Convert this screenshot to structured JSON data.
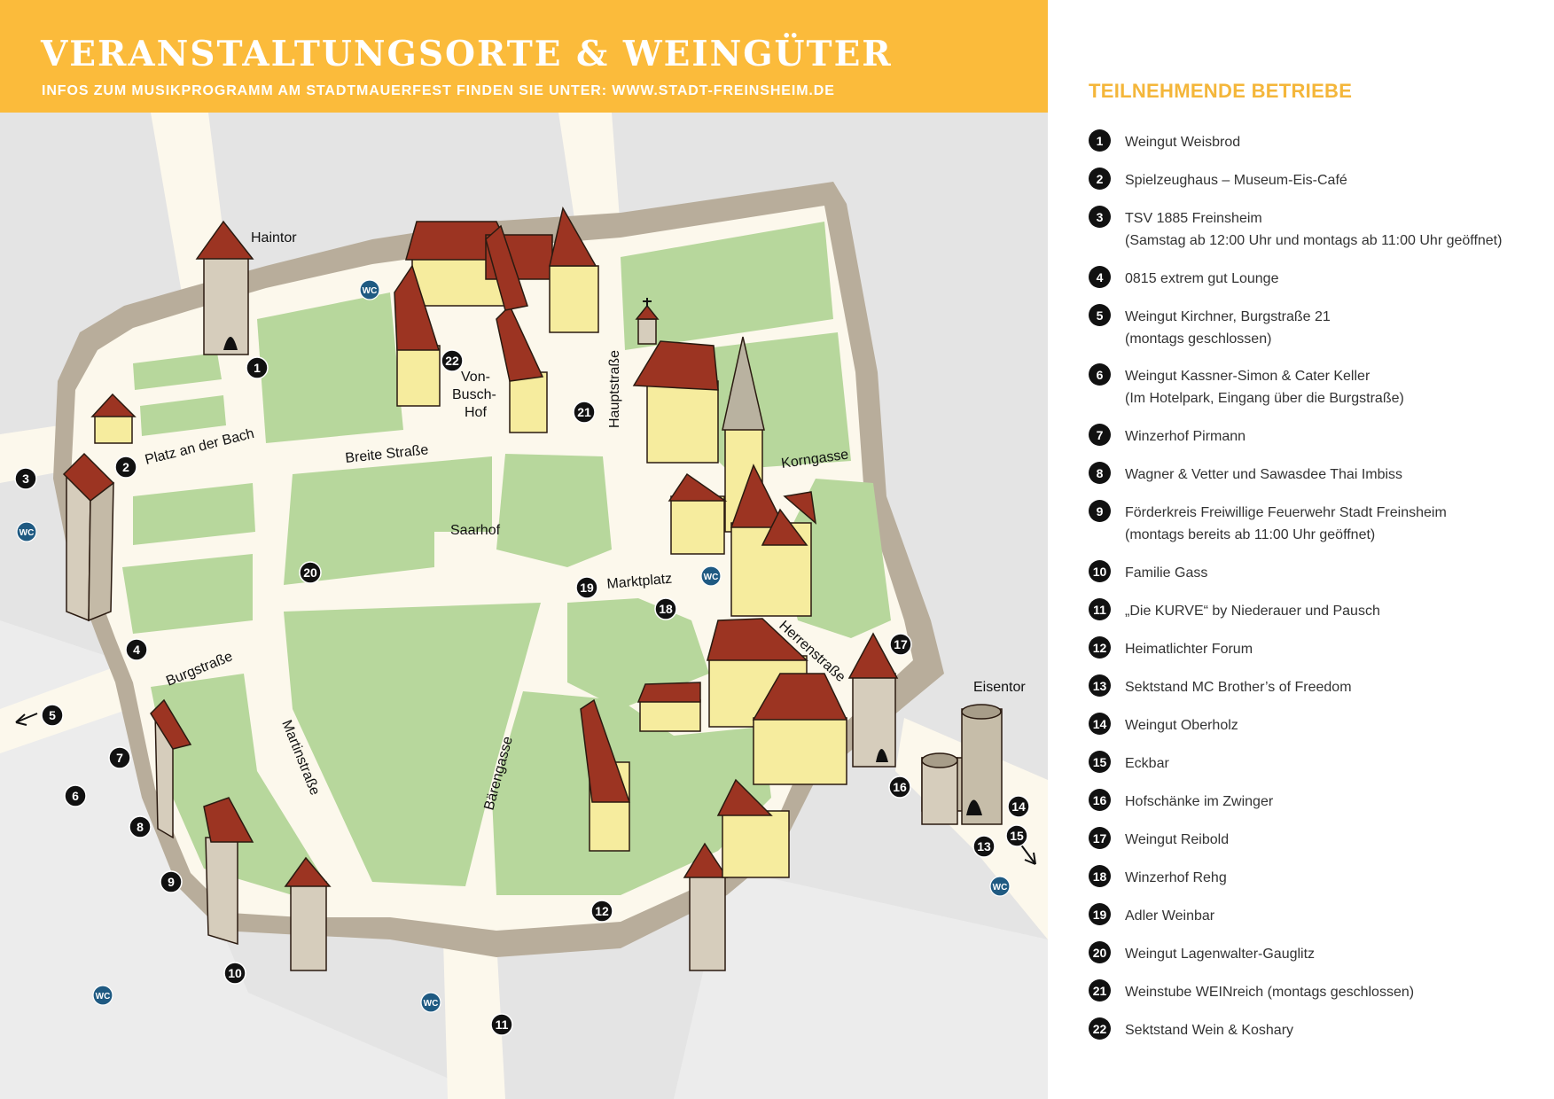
{
  "header": {
    "title": "VERANSTALTUNGSORTE & WEINGÜTER",
    "subtitle": "INFOS ZUM MUSIKPROGRAMM AM STADTMAUERFEST FINDEN SIE UNTER: WWW.STADT-FREINSHEIM.DE"
  },
  "colors": {
    "header_bg": "#fbbb3b",
    "legend_title": "#f4b63a",
    "green_area": "#b7d79c",
    "street": "#fcf8ec",
    "wall": "#b8ad9b",
    "roof": "#9c3422",
    "building": "#f6ec9e",
    "wc": "#1f5a82"
  },
  "map": {
    "labels": {
      "haintor": "Haintor",
      "von_busch_hof_1": "Von-",
      "von_busch_hof_2": "Busch-",
      "von_busch_hof_3": "Hof",
      "platz_an_der_bach": "Platz an der Bach",
      "breite_strasse": "Breite Straße",
      "saarhof": "Saarhof",
      "hauptstrasse": "Hauptstraße",
      "korngasse": "Korngasse",
      "marktplatz": "Marktplatz",
      "herrenstrasse": "Herrenstraße",
      "burgstrasse": "Burgstraße",
      "martinstrasse": "Martinstraße",
      "baerengasse": "Bärengasse",
      "eisentor": "Eisentor"
    },
    "wc_label": "WC",
    "markers": [
      "1",
      "2",
      "3",
      "4",
      "5",
      "6",
      "7",
      "8",
      "9",
      "10",
      "11",
      "12",
      "13",
      "14",
      "15",
      "16",
      "17",
      "18",
      "19",
      "20",
      "21",
      "22"
    ]
  },
  "legend": {
    "title": "TEILNEHMENDE BETRIEBE",
    "items": [
      {
        "num": "1",
        "lines": [
          "Weingut Weisbrod"
        ]
      },
      {
        "num": "2",
        "lines": [
          "Spielzeughaus – Museum-Eis-Café"
        ]
      },
      {
        "num": "3",
        "lines": [
          "TSV 1885 Freinsheim",
          "(Samstag ab 12:00 Uhr und montags ab 11:00 Uhr geöffnet)"
        ]
      },
      {
        "num": "4",
        "lines": [
          "0815 extrem gut Lounge"
        ]
      },
      {
        "num": "5",
        "lines": [
          "Weingut Kirchner, Burgstraße 21",
          "(montags geschlossen)"
        ]
      },
      {
        "num": "6",
        "lines": [
          "Weingut Kassner-Simon & Cater Keller",
          "(Im Hotelpark, Eingang über die Burgstraße)"
        ]
      },
      {
        "num": "7",
        "lines": [
          "Winzerhof Pirmann"
        ]
      },
      {
        "num": "8",
        "lines": [
          "Wagner & Vetter und Sawasdee Thai Imbiss"
        ]
      },
      {
        "num": "9",
        "lines": [
          "Förderkreis Freiwillige Feuerwehr Stadt Freinsheim",
          "(montags bereits ab 11:00 Uhr geöffnet)"
        ]
      },
      {
        "num": "10",
        "lines": [
          "Familie Gass"
        ]
      },
      {
        "num": "11",
        "lines": [
          "„Die KURVE“ by Niederauer und Pausch"
        ]
      },
      {
        "num": "12",
        "lines": [
          "Heimatlichter Forum"
        ]
      },
      {
        "num": "13",
        "lines": [
          "Sektstand MC Brother’s of Freedom"
        ]
      },
      {
        "num": "14",
        "lines": [
          "Weingut Oberholz"
        ]
      },
      {
        "num": "15",
        "lines": [
          "Eckbar"
        ]
      },
      {
        "num": "16",
        "lines": [
          "Hofschänke im Zwinger"
        ]
      },
      {
        "num": "17",
        "lines": [
          "Weingut Reibold"
        ]
      },
      {
        "num": "18",
        "lines": [
          "Winzerhof Rehg"
        ]
      },
      {
        "num": "19",
        "lines": [
          "Adler Weinbar"
        ]
      },
      {
        "num": "20",
        "lines": [
          "Weingut Lagenwalter-Gauglitz"
        ]
      },
      {
        "num": "21",
        "lines": [
          "Weinstube WEINreich (montags geschlossen)"
        ]
      },
      {
        "num": "22",
        "lines": [
          "Sektstand Wein & Koshary"
        ]
      }
    ]
  }
}
